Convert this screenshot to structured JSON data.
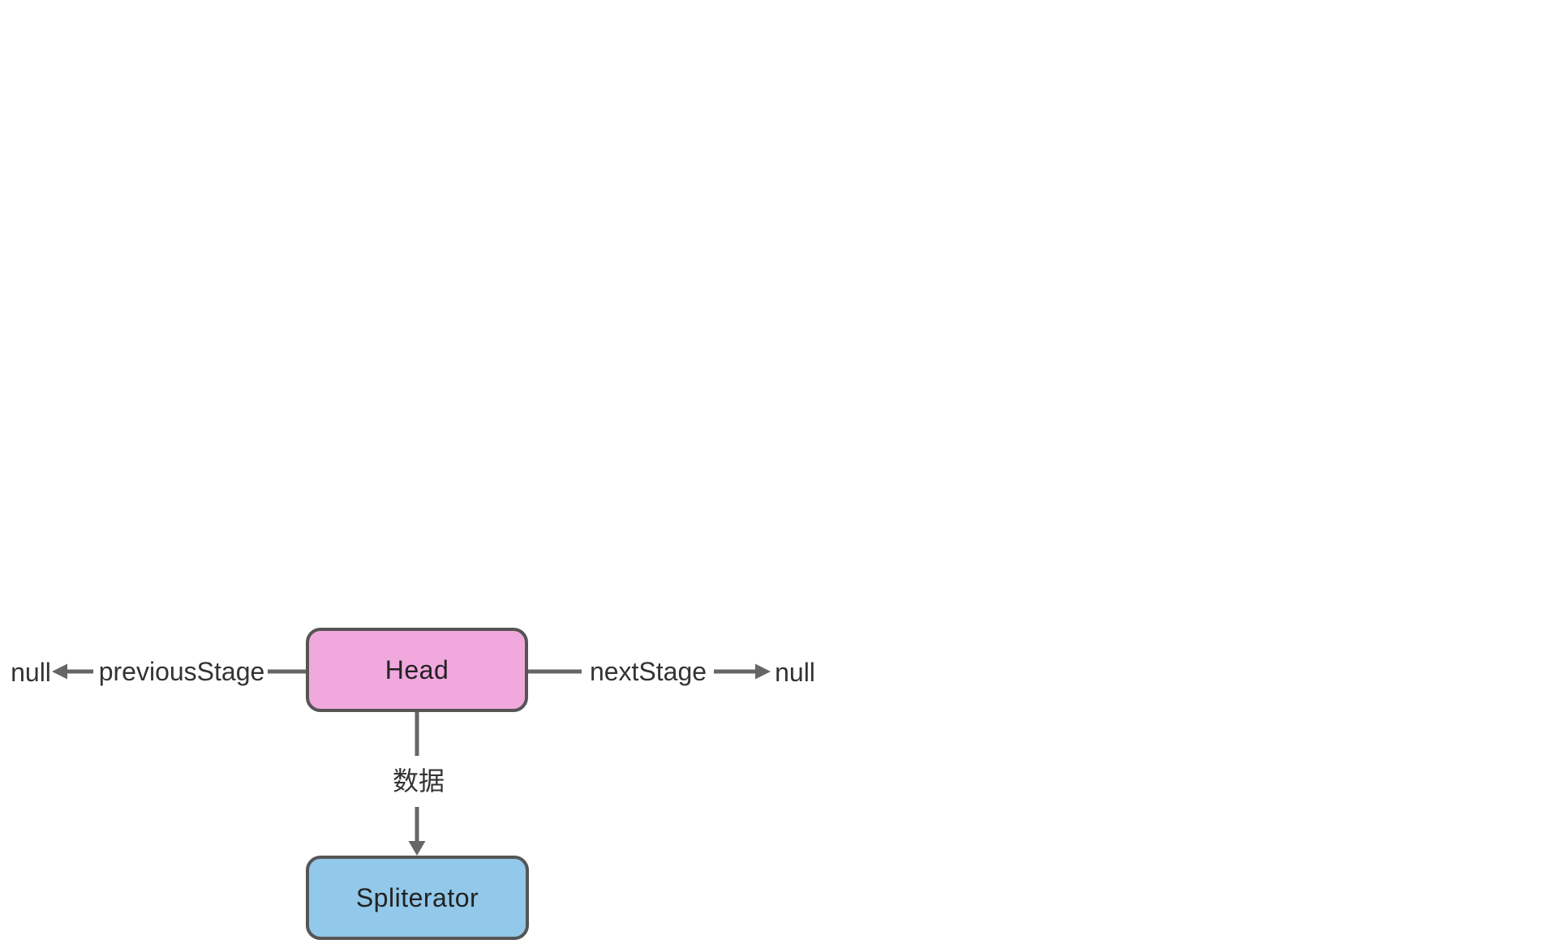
{
  "diagram": {
    "nodes": [
      {
        "id": "head",
        "label": "Head",
        "fill": "#f0a8dd",
        "stroke": "#555555"
      },
      {
        "id": "spliterator",
        "label": "Spliterator",
        "fill": "#92c8e9",
        "stroke": "#555555"
      }
    ],
    "edges": {
      "previous_stage": {
        "label": "previousStage",
        "terminal": "null",
        "direction": "left"
      },
      "next_stage": {
        "label": "nextStage",
        "terminal": "null",
        "direction": "right"
      },
      "data": {
        "label": "数据",
        "direction": "down"
      }
    },
    "colors": {
      "background": "#ffffff",
      "connector": "#666666",
      "node_border": "#555555",
      "node_text": "#222222",
      "edge_text": "#333333"
    }
  }
}
